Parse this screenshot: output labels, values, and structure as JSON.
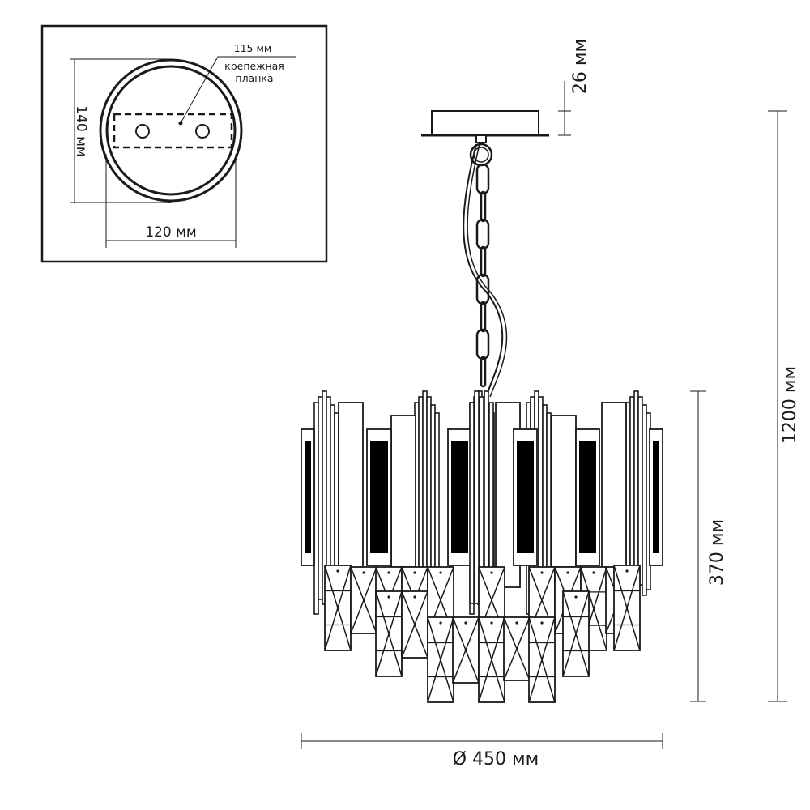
{
  "inset": {
    "plate_width_label": "115 мм",
    "plate_name_line1": "крепежная",
    "plate_name_line2": "планка",
    "height_label": "140 мм",
    "width_label": "120 мм"
  },
  "dimensions": {
    "canopy_height": "26 мм",
    "total_height": "1200 мм",
    "body_height": "370 мм",
    "diameter": "Ø 450 мм"
  },
  "colors": {
    "line": "#1a1a1a",
    "fill": "#000000",
    "background": "#ffffff"
  }
}
